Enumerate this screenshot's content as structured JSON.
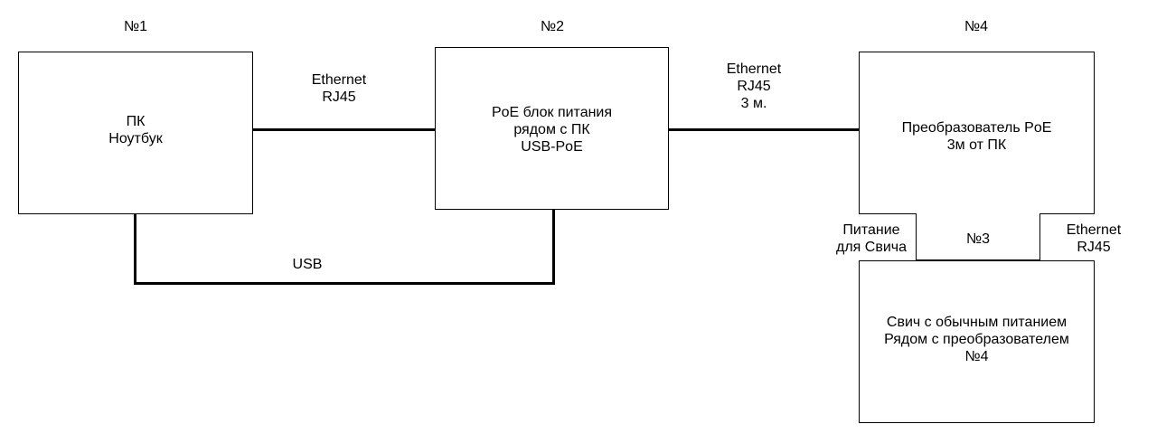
{
  "nodes": {
    "n1": {
      "number": "№1",
      "text": "ПК\nНоутбук"
    },
    "n2": {
      "number": "№2",
      "text": "PoE блок питания\nрядом с ПК\nUSB-PoE"
    },
    "n4": {
      "number": "№4",
      "text": "Преобразователь PoE\n3м от ПК"
    },
    "n3": {
      "number": "№3",
      "text": "Свич с обычным питанием\nРядом с преобразователем\n№4"
    }
  },
  "edges": {
    "pc_to_poe": "Ethernet\nRJ45",
    "poe_to_converter": "Ethernet\nRJ45\n3 м.",
    "usb": "USB",
    "power_for_switch": "Питание\nдля Свича",
    "ethernet_switch": "Ethernet\nRJ45"
  }
}
